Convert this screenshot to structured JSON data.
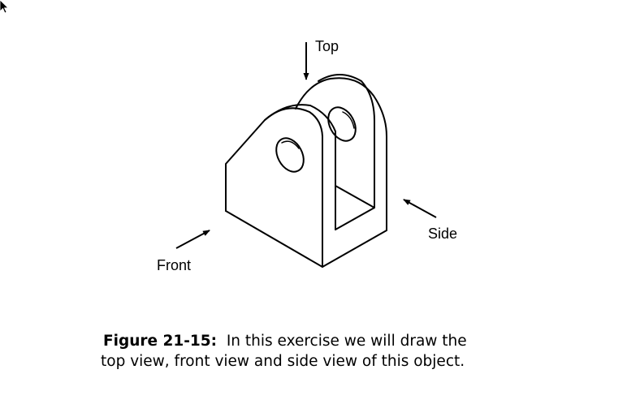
{
  "labels": {
    "top": "Top",
    "side": "Side",
    "front": "Front"
  },
  "caption": {
    "figure_label": "Figure 21-15:",
    "line1": "In this exercise we will draw the",
    "line2": "top view, front view and side view of this object."
  },
  "icons": {
    "cursor": "mouse-pointer-icon"
  }
}
